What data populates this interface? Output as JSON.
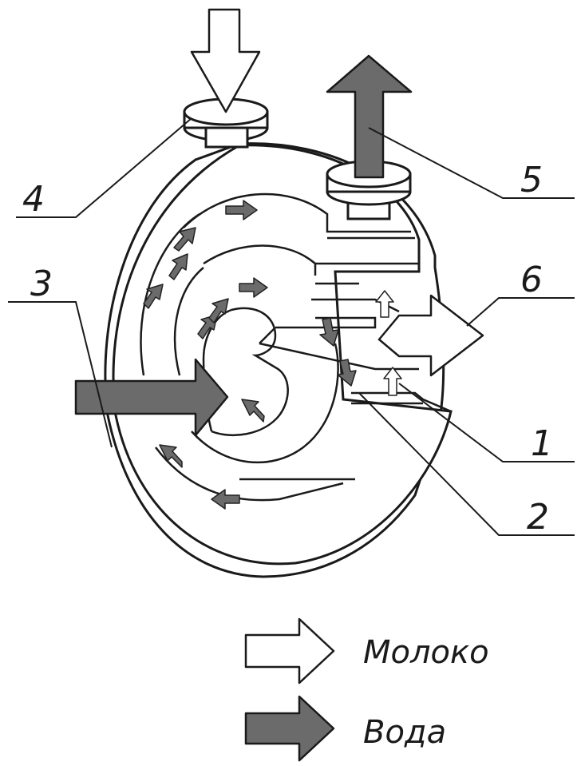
{
  "labels": {
    "l1": "1",
    "l2": "2",
    "l3": "3",
    "l4": "4",
    "l5": "5",
    "l6": "6"
  },
  "legend": {
    "milk": "Молоко",
    "water": "Вода"
  },
  "colors": {
    "water_fill": "#6b6b6b",
    "milk_fill": "#ffffff",
    "outline": "#1a1a1a"
  }
}
